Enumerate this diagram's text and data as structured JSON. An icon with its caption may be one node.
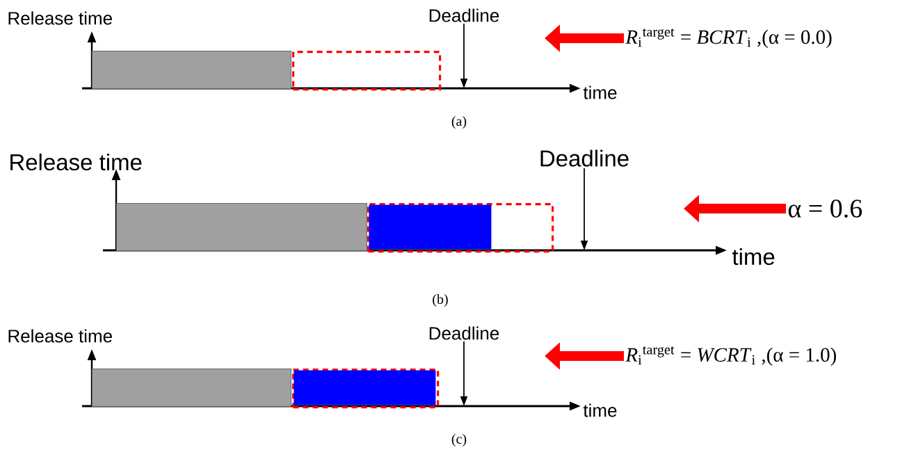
{
  "diagram": {
    "nodes": [
      {
        "text": [
          "Deadline"
        ]
      },
      {
        "text": [
          "*R*$_{i}$$^{target}$ = *BCRT*$_{i}$ ,(α = 0.0)"
        ]
      },
      {
        "text": [],
        "shape": "bar"
      },
      {
        "text": [],
        "shape": "box"
      },
      {
        "text": [
          "Deadline"
        ]
      },
      {
        "text": [
          "α = 0.6"
        ]
      },
      {
        "text": [],
        "shape": "bar"
      },
      {
        "text": [],
        "shape": "box"
      },
      {
        "text": [],
        "shape": "bar",
        "in": 7
      },
      {
        "text": [
          "Deadline"
        ]
      },
      {
        "text": [
          "*R*$_{i}$$^{target}$ = *WCRT*$_{i}$ ,(α = 1.0)"
        ]
      },
      {
        "text": [],
        "shape": "bar"
      },
      {
        "text": [],
        "shape": "box"
      },
      {
        "text": [],
        "shape": "bar",
        "in": 12
      }
    ],
    "edges": [
      {
        "from": 0,
        "to": null,
        "arrow": "to"
      },
      {
        "from": 1,
        "to": null,
        "arrow": "to",
        "style": "thick",
        "color": "#ff0000"
      },
      {
        "from": 4,
        "to": null,
        "arrow": "to"
      },
      {
        "from": 5,
        "to": null,
        "arrow": "to",
        "style": "thick",
        "color": "#ff0000"
      },
      {
        "from": 9,
        "to": null,
        "arrow": "to"
      },
      {
        "from": 10,
        "to": null,
        "arrow": "to",
        "style": "thick",
        "color": "#ff0000"
      }
    ],
    "labels": [
      "Release time",
      "time",
      "(a)",
      "Release time",
      "time",
      "(b)",
      "Release time",
      "time",
      "(c)"
    ]
  }
}
